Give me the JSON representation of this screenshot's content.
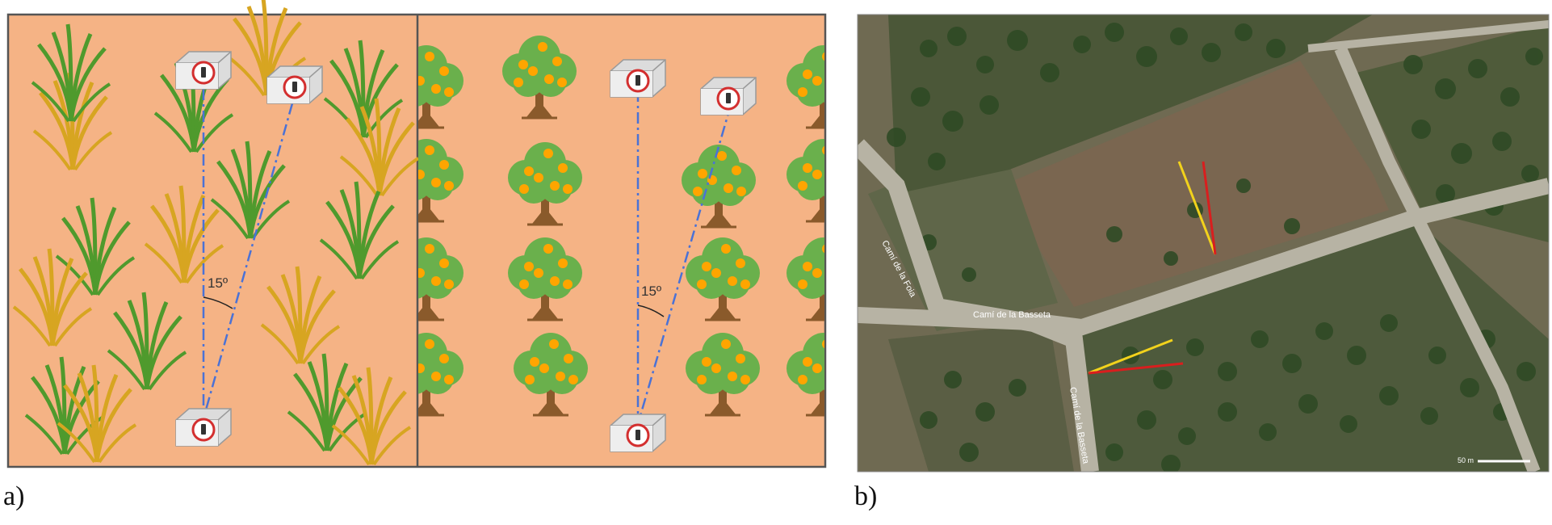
{
  "panel_a": {
    "caption": "a)",
    "angle_label_left": "15º",
    "angle_label_right": "15º",
    "colors": {
      "ground": "#f5b385",
      "border": "#555555",
      "grass_green": "#4f9a2d",
      "grass_yellow": "#d7a521",
      "tree_canopy": "#6ab04c",
      "tree_trunk": "#8a5a2b",
      "fruit": "#ffa500",
      "beam_line": "#4a72d6",
      "sensor_body": "#e8e8e8",
      "sensor_ring": "#d32f2f"
    },
    "left_scene": "grass field with sensors",
    "right_scene": "orange tree orchard with sensors"
  },
  "panel_b": {
    "caption": "b)",
    "road_labels": [
      "Camí de la Foia",
      "Camí de la Basseta",
      "Camí de la Basseta"
    ],
    "scale_label": "50 m",
    "line_colors": {
      "yellow": "#f2d21c",
      "red": "#d91e1e"
    }
  }
}
